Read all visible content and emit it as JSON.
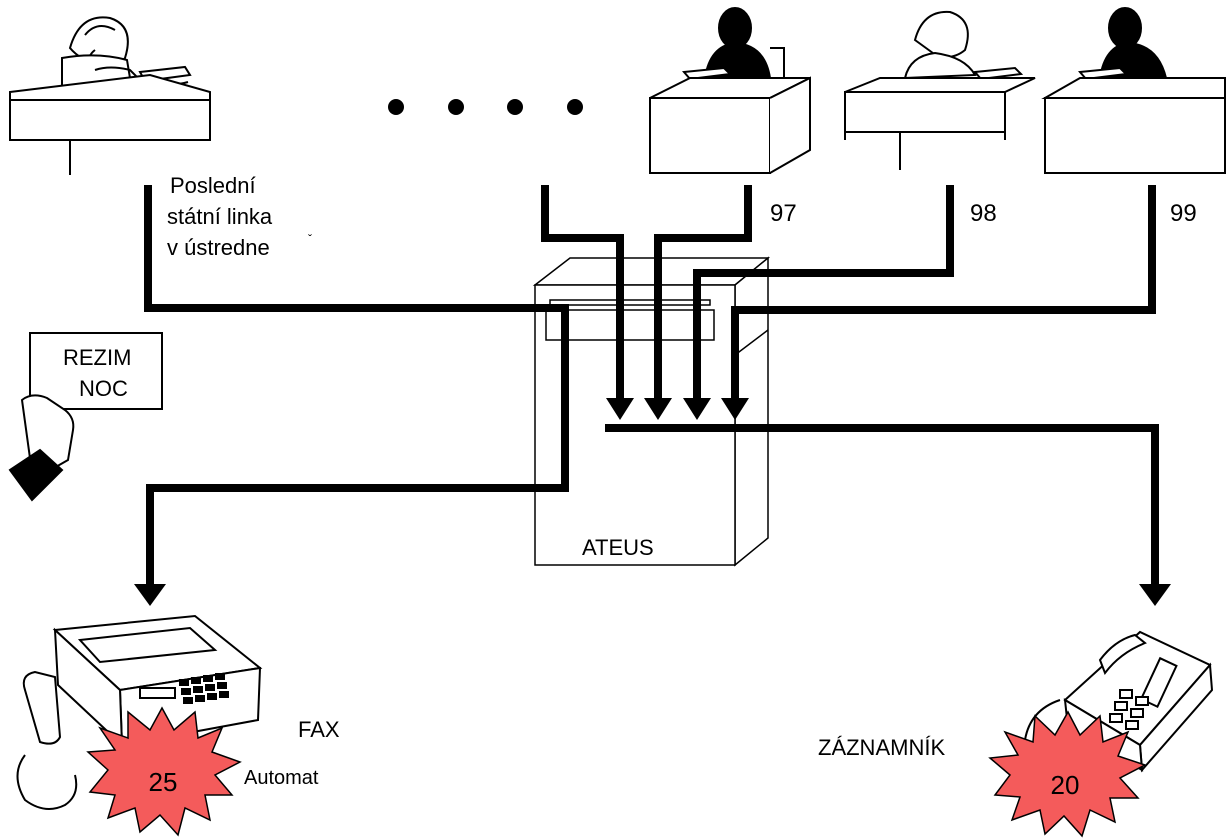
{
  "labels": {
    "last_line": [
      "Poslední",
      "státní linka",
      "v ústredne"
    ],
    "hacek_mark": "ˇ",
    "ext_97": "97",
    "ext_98": "98",
    "ext_99": "99",
    "sign": [
      "REZIM",
      "NOC"
    ],
    "ateus": "ATEUS",
    "fax": [
      "FAX",
      "Automat"
    ],
    "answering_machine": "ZÁZNAMNÍK"
  },
  "badges": {
    "fax_number": "25",
    "answering_machine_number": "20"
  },
  "colors": {
    "line": "#000000",
    "burst": "#f45b5b",
    "desk": "#ffffff"
  },
  "icons": {
    "operator": "person-on-phone-icon",
    "fax": "fax-machine-icon",
    "answering_machine": "desk-telephone-icon",
    "hand": "hand-holding-sign-icon"
  }
}
